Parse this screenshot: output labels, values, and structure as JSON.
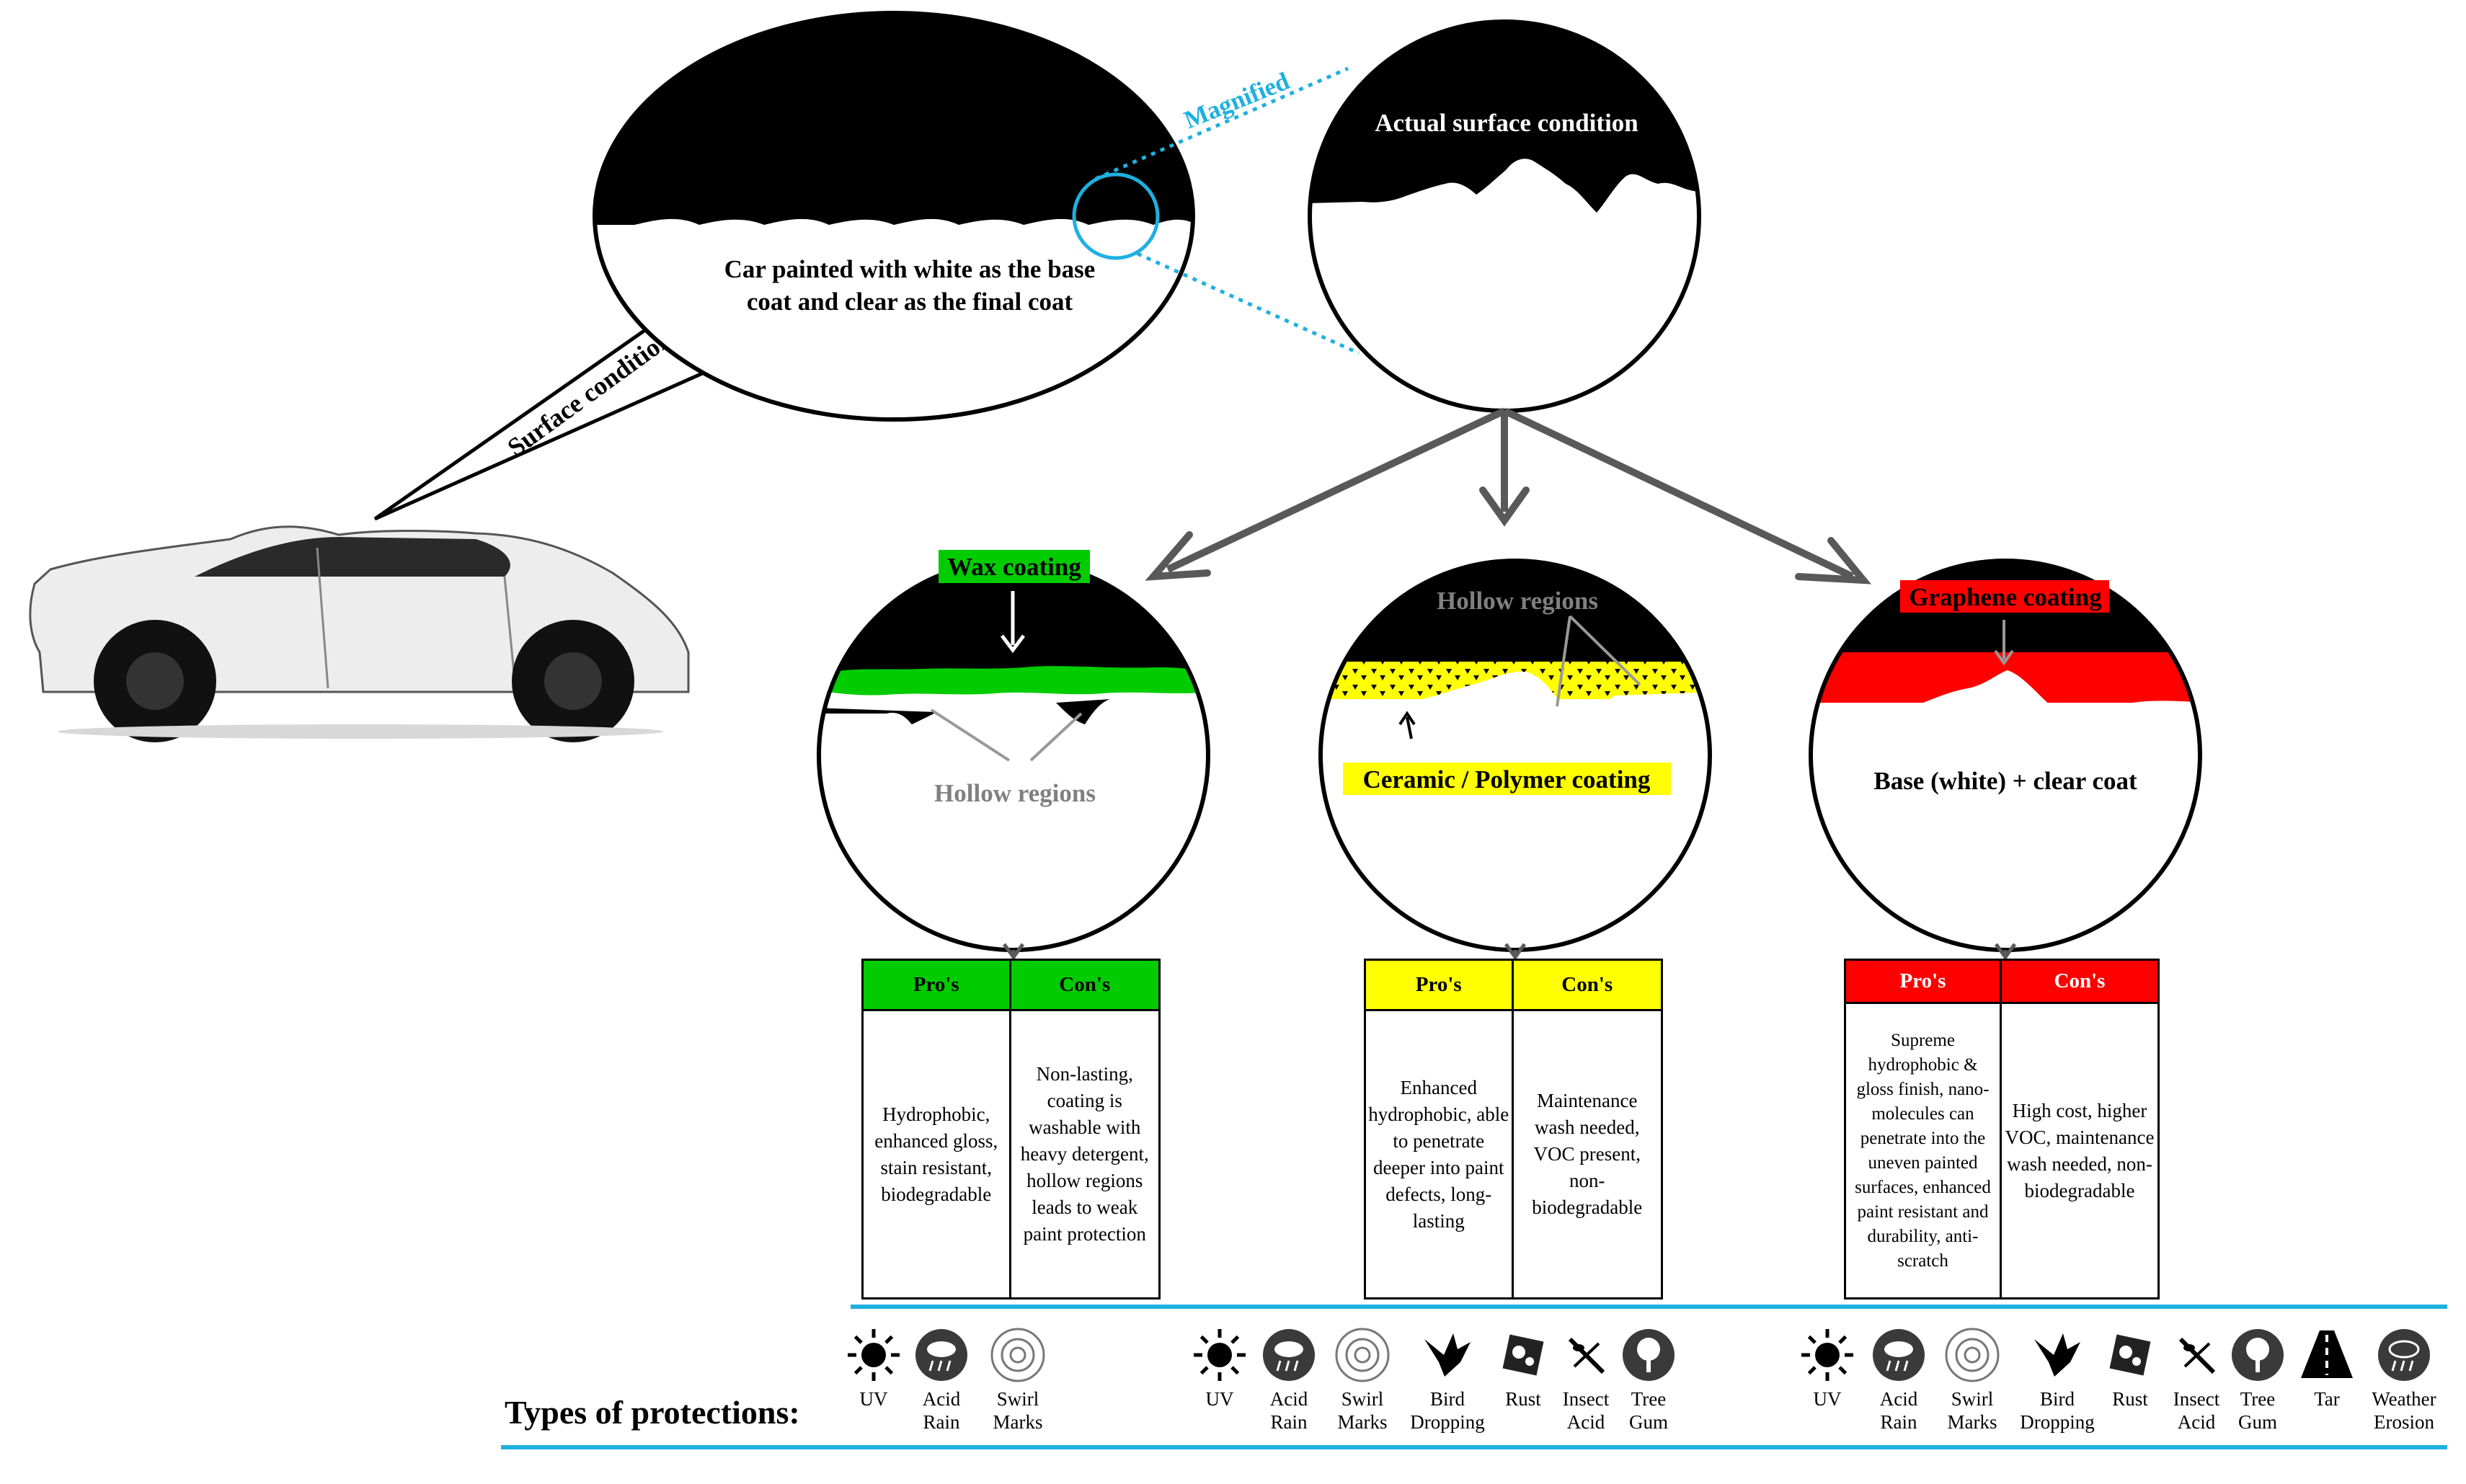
{
  "labels": {
    "magnified": "Magnified",
    "surface_condition": "Surface condition",
    "car_painted": [
      "Car painted with white as the base",
      "coat and clear as the final coat"
    ],
    "actual_surface": "Actual surface condition",
    "wax_coating": "Wax coating",
    "hollow_regions_wax": "Hollow regions",
    "hollow_regions_ceramic": "Hollow regions",
    "ceramic_coating": "Ceramic / Polymer  coating",
    "graphene_coating": "Graphene coating",
    "base_clear": "Base (white) + clear coat",
    "types_of_protections": "Types of protections:"
  },
  "colors": {
    "wax": "#00cc00",
    "ceramic": "#ffff00",
    "graphene": "#ff0000",
    "magnify": "#1fb0e0",
    "arrow": "#595959"
  },
  "tables": [
    {
      "pros_label": "Pro's",
      "cons_label": "Con's",
      "pros_text": "Hydrophobic, enhanced gloss, stain resistant, biodegradable",
      "cons_text": "Non-lasting, coating is washable with heavy detergent, hollow regions leads to weak paint protection"
    },
    {
      "pros_label": "Pro's",
      "cons_label": "Con's",
      "pros_text": "Enhanced hydrophobic, able to penetrate deeper into paint defects, long-lasting",
      "cons_text": "Maintenance wash needed, VOC present, non-biodegradable"
    },
    {
      "pros_label": "Pro's",
      "cons_label": "Con's",
      "pros_text": "Supreme hydrophobic & gloss finish, nano-molecules can penetrate into the uneven painted surfaces, enhanced paint resistant and durability, anti-scratch",
      "cons_text": "High cost, higher VOC, maintenance wash needed, non-biodegradable"
    }
  ],
  "protections": [
    [
      {
        "icon": "sun-icon",
        "label": [
          "UV"
        ]
      },
      {
        "icon": "acid-rain-icon",
        "label": [
          "Acid",
          "Rain"
        ]
      },
      {
        "icon": "swirl-marks-icon",
        "label": [
          "Swirl",
          "Marks"
        ]
      }
    ],
    [
      {
        "icon": "sun-icon",
        "label": [
          "UV"
        ]
      },
      {
        "icon": "acid-rain-icon",
        "label": [
          "Acid",
          "Rain"
        ]
      },
      {
        "icon": "swirl-marks-icon",
        "label": [
          "Swirl",
          "Marks"
        ]
      },
      {
        "icon": "bird-icon",
        "label": [
          "Bird",
          "Dropping"
        ]
      },
      {
        "icon": "rust-icon",
        "label": [
          "Rust"
        ]
      },
      {
        "icon": "insect-icon",
        "label": [
          "Insect",
          "Acid"
        ]
      },
      {
        "icon": "tree-icon",
        "label": [
          "Tree",
          "Gum"
        ]
      }
    ],
    [
      {
        "icon": "sun-icon",
        "label": [
          "UV"
        ]
      },
      {
        "icon": "acid-rain-icon",
        "label": [
          "Acid",
          "Rain"
        ]
      },
      {
        "icon": "swirl-marks-icon",
        "label": [
          "Swirl",
          "Marks"
        ]
      },
      {
        "icon": "bird-icon",
        "label": [
          "Bird",
          "Dropping"
        ]
      },
      {
        "icon": "rust-icon",
        "label": [
          "Rust"
        ]
      },
      {
        "icon": "insect-icon",
        "label": [
          "Insect",
          "Acid"
        ]
      },
      {
        "icon": "tree-icon",
        "label": [
          "Tree",
          "Gum"
        ]
      },
      {
        "icon": "road-icon",
        "label": [
          "Tar"
        ]
      },
      {
        "icon": "weather-icon",
        "label": [
          "Weather",
          "Erosion"
        ]
      }
    ]
  ]
}
